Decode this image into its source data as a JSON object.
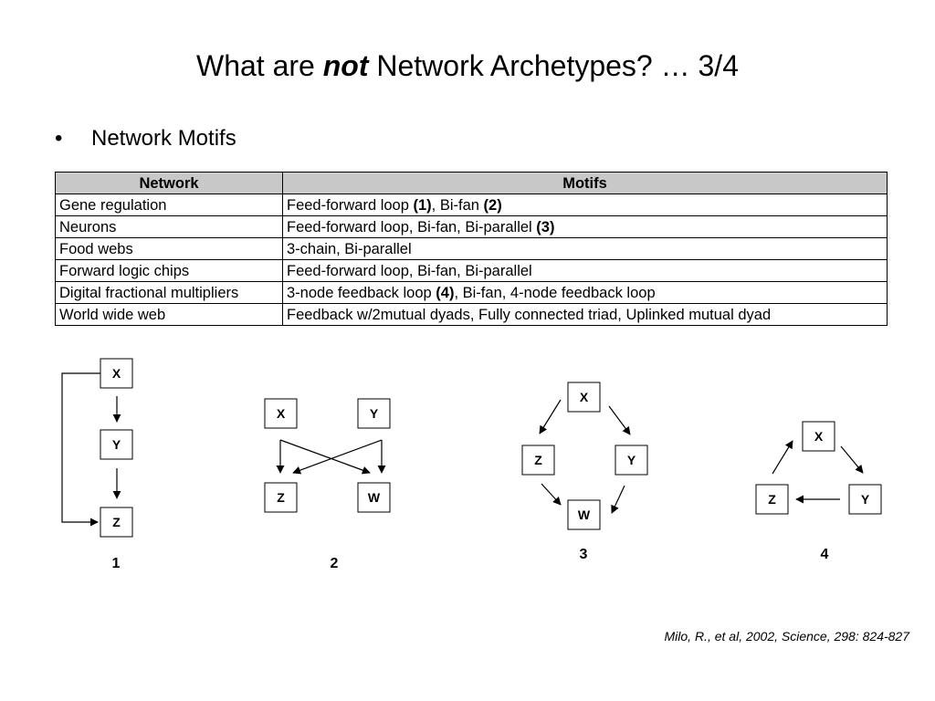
{
  "title": {
    "prefix": "What are ",
    "emphasis": "not",
    "suffix": " Network Archetypes? … 3/4"
  },
  "bullet": {
    "symbol": "•",
    "text": "Network Motifs"
  },
  "table": {
    "headers": [
      "Network",
      "Motifs"
    ],
    "rows": [
      {
        "network": "Gene regulation",
        "motifs": [
          {
            "t": "Feed-forward loop "
          },
          {
            "t": "(1)",
            "b": true
          },
          {
            "t": ", Bi-fan "
          },
          {
            "t": "(2)",
            "b": true
          }
        ]
      },
      {
        "network": "Neurons",
        "motifs": [
          {
            "t": "Feed-forward loop, Bi-fan, Bi-parallel "
          },
          {
            "t": "(3)",
            "b": true
          }
        ]
      },
      {
        "network": "Food webs",
        "motifs": [
          {
            "t": "3-chain, Bi-parallel"
          }
        ]
      },
      {
        "network": "Forward logic chips",
        "motifs": [
          {
            "t": "Feed-forward loop, Bi-fan, Bi-parallel"
          }
        ]
      },
      {
        "network": "Digital fractional multipliers",
        "motifs": [
          {
            "t": "3-node feedback loop "
          },
          {
            "t": "(4)",
            "b": true
          },
          {
            "t": ", Bi-fan, 4-node feedback loop"
          }
        ]
      },
      {
        "network": "World wide web",
        "motifs": [
          {
            "t": "Feedback w/2mutual dyads, Fully connected triad, Uplinked mutual dyad"
          }
        ]
      }
    ]
  },
  "diagrams": [
    {
      "label": "1",
      "nodes": [
        "X",
        "Y",
        "Z"
      ]
    },
    {
      "label": "2",
      "nodes": [
        "X",
        "Y",
        "Z",
        "W"
      ]
    },
    {
      "label": "3",
      "nodes": [
        "X",
        "Z",
        "Y",
        "W"
      ]
    },
    {
      "label": "4",
      "nodes": [
        "X",
        "Z",
        "Y"
      ]
    }
  ],
  "citation": "Milo, R., et al, 2002, Science, 298: 824-827"
}
